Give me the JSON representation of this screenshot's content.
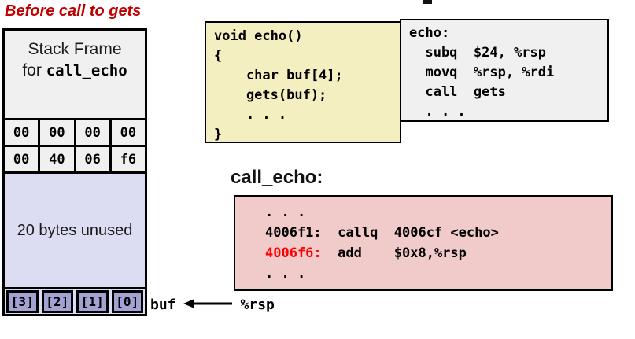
{
  "slide": {
    "title": "Before call to gets"
  },
  "stack": {
    "title_line1": "Stack Frame",
    "title_line2_prefix": "for ",
    "title_line2_name": "call_echo",
    "bytes_row1": [
      "00",
      "00",
      "00",
      "00"
    ],
    "bytes_row2": [
      "00",
      "40",
      "06",
      "f6"
    ],
    "unused": "20 bytes unused",
    "buf_cells": [
      "[3]",
      "[2]",
      "[1]",
      "[0]"
    ],
    "buf_label": "buf",
    "rsp_label": "%rsp"
  },
  "c_code": {
    "line1": "void echo()",
    "line2": "{",
    "line3": "    char buf[4];",
    "line4": "    gets(buf);",
    "line5": "    . . .",
    "line6": "}"
  },
  "echo_asm": {
    "line1": "echo:",
    "line2": "  subq  $24, %rsp",
    "line3": "  movq  %rsp, %rdi",
    "line4": "  call  gets",
    "line5": "  . . ."
  },
  "call_echo_asm": {
    "heading": "call_echo:",
    "dots_top": ". . .",
    "line1_addr": "4006f1:",
    "line1_code": "  callq  4006cf <echo>",
    "line2_addr": "4006f6:",
    "line2_code": "  add    $0x8,%rsp",
    "dots_bottom": ". . ."
  },
  "colors": {
    "title_red": "#c00000",
    "highlight_red": "#ff0000",
    "c_box_bg": "#f3efc1",
    "asm_box_bg": "#f0f0f0",
    "call_echo_box_bg": "#f1caca",
    "unused_bg": "#dcdcf2",
    "buf_cell_bg": "#a3a3d3",
    "frame_bg": "#f0f0f0"
  }
}
